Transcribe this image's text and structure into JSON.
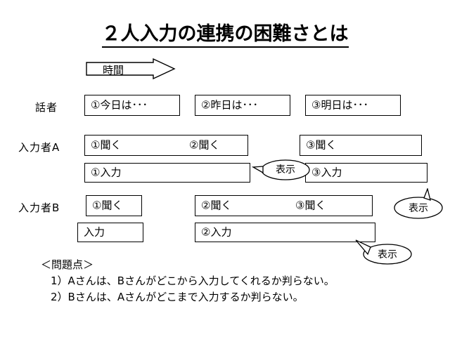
{
  "slide": {
    "title": "２人入力の連携の困難さとは",
    "background_color": "#ffffff",
    "line_color": "#000000"
  },
  "time_arrow": {
    "label": "時間"
  },
  "rows": [
    {
      "name": "speaker",
      "label": "話者",
      "boxes": [
        {
          "name": "speaker-utterance-1",
          "text": "①今日は･･･"
        },
        {
          "name": "speaker-utterance-2",
          "text": "②昨日は･･･"
        },
        {
          "name": "speaker-utterance-3",
          "text": "③明日は･･･"
        }
      ]
    },
    {
      "name": "operator-a",
      "label": "入力者A",
      "listen_boxes": [
        {
          "name": "a-listen-1",
          "text": "①聞く"
        },
        {
          "name": "a-listen-2",
          "text": "②聞く"
        },
        {
          "name": "a-listen-3",
          "text": "③聞く"
        }
      ],
      "input_boxes": [
        {
          "name": "a-input-1",
          "text": "①入力"
        },
        {
          "name": "a-input-3",
          "text": "③入力"
        }
      ]
    },
    {
      "name": "operator-b",
      "label": "入力者B",
      "listen_boxes": [
        {
          "name": "b-listen-1",
          "text": "①聞く"
        },
        {
          "name": "b-listen-2",
          "text": "②聞く"
        },
        {
          "name": "b-listen-3",
          "text": "③聞く"
        }
      ],
      "input_boxes": [
        {
          "name": "b-input-blank",
          "text": "入力"
        },
        {
          "name": "b-input-2",
          "text": "②入力"
        }
      ]
    }
  ],
  "callouts": [
    {
      "name": "display-callout-1",
      "text": "表示"
    },
    {
      "name": "display-callout-2",
      "text": "表示"
    },
    {
      "name": "display-callout-3",
      "text": "表示"
    }
  ],
  "problems": {
    "heading": "＜問題点＞",
    "items": [
      "1）Aさんは、Bさんがどこから入力してくれるか判らない。",
      "2）Bさんは、Aさんがどこまで入力するか判らない。"
    ]
  }
}
